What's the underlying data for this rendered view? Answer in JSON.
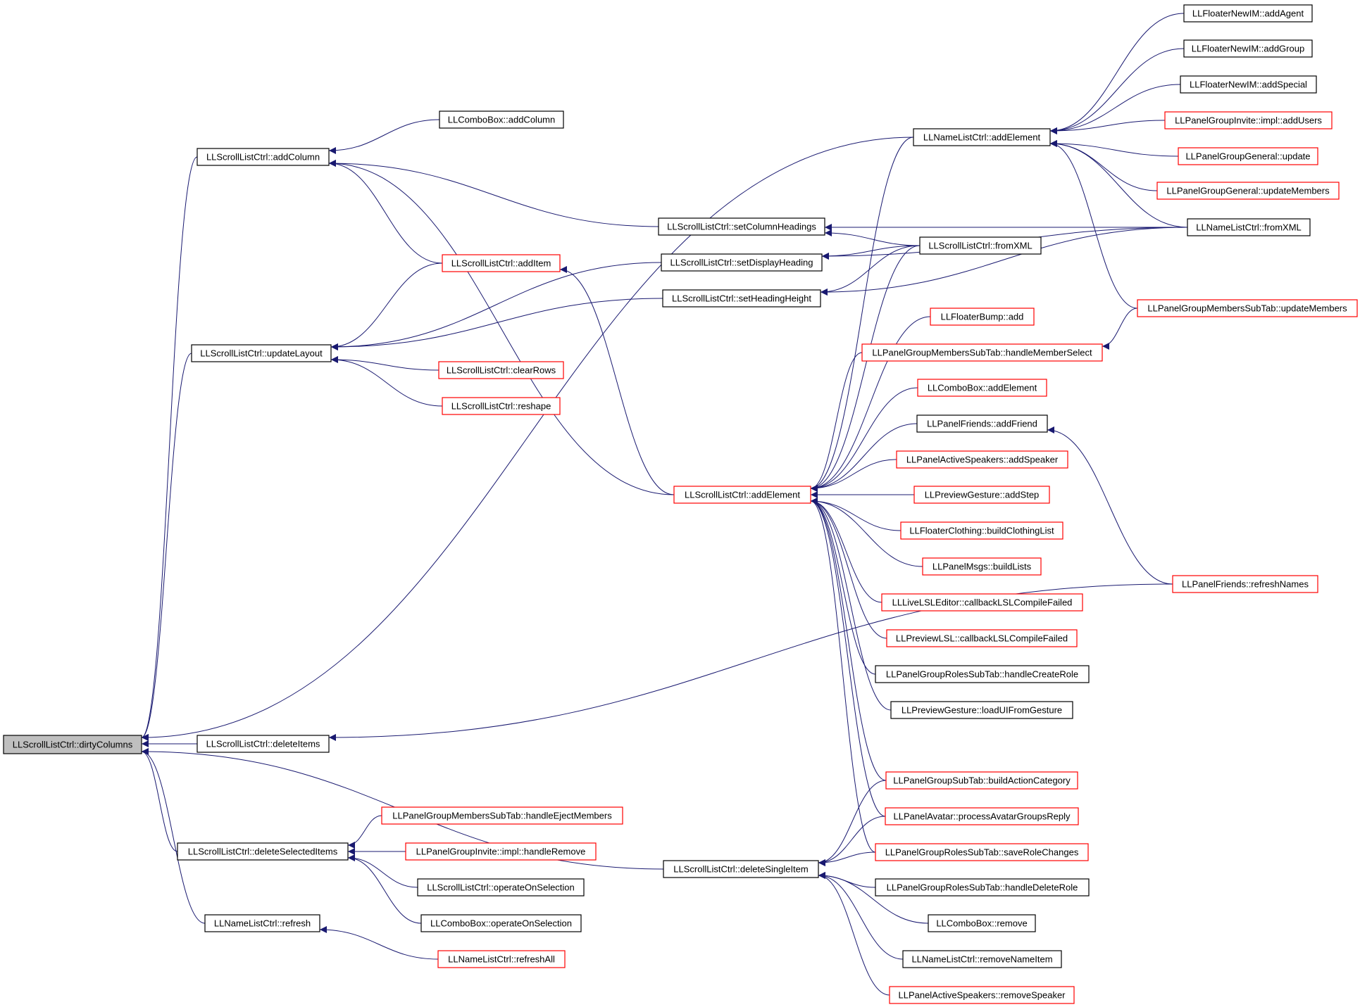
{
  "colors": {
    "edge": "#191970",
    "border_normal": "#000000",
    "border_truncated": "#ff0000",
    "focus_fill": "#bfbfbf"
  },
  "graph": {
    "focus": "n0",
    "nodes": [
      {
        "id": "n0",
        "label": "LLScrollListCtrl::dirtyColumns",
        "kind": "focus"
      },
      {
        "id": "n1",
        "label": "LLScrollListCtrl::addColumn",
        "kind": "normal"
      },
      {
        "id": "n2",
        "label": "LLScrollListCtrl::updateLayout",
        "kind": "normal"
      },
      {
        "id": "n3",
        "label": "LLScrollListCtrl::deleteItems",
        "kind": "normal"
      },
      {
        "id": "n4",
        "label": "LLScrollListCtrl::deleteSelectedItems",
        "kind": "normal"
      },
      {
        "id": "n5",
        "label": "LLNameListCtrl::refresh",
        "kind": "normal"
      },
      {
        "id": "n6",
        "label": "LLComboBox::addColumn",
        "kind": "normal"
      },
      {
        "id": "n7",
        "label": "LLScrollListCtrl::addItem",
        "kind": "truncated"
      },
      {
        "id": "n8",
        "label": "LLScrollListCtrl::clearRows",
        "kind": "truncated"
      },
      {
        "id": "n9",
        "label": "LLScrollListCtrl::reshape",
        "kind": "truncated"
      },
      {
        "id": "n10",
        "label": "LLPanelGroupMembersSubTab::handleEjectMembers",
        "kind": "truncated"
      },
      {
        "id": "n11",
        "label": "LLPanelGroupInvite::impl::handleRemove",
        "kind": "truncated"
      },
      {
        "id": "n12",
        "label": "LLScrollListCtrl::operateOnSelection",
        "kind": "normal"
      },
      {
        "id": "n13",
        "label": "LLComboBox::operateOnSelection",
        "kind": "normal"
      },
      {
        "id": "n14",
        "label": "LLNameListCtrl::refreshAll",
        "kind": "truncated"
      },
      {
        "id": "n15",
        "label": "LLScrollListCtrl::setColumnHeadings",
        "kind": "normal"
      },
      {
        "id": "n16",
        "label": "LLScrollListCtrl::setDisplayHeading",
        "kind": "normal"
      },
      {
        "id": "n17",
        "label": "LLScrollListCtrl::setHeadingHeight",
        "kind": "normal"
      },
      {
        "id": "n18",
        "label": "LLScrollListCtrl::addElement",
        "kind": "truncated"
      },
      {
        "id": "n19",
        "label": "LLScrollListCtrl::deleteSingleItem",
        "kind": "normal"
      },
      {
        "id": "n20",
        "label": "LLNameListCtrl::addElement",
        "kind": "normal"
      },
      {
        "id": "n21",
        "label": "LLScrollListCtrl::fromXML",
        "kind": "normal"
      },
      {
        "id": "n22",
        "label": "LLFloaterBump::add",
        "kind": "truncated"
      },
      {
        "id": "n23",
        "label": "LLPanelGroupMembersSubTab::handleMemberSelect",
        "kind": "truncated"
      },
      {
        "id": "n24",
        "label": "LLComboBox::addElement",
        "kind": "truncated"
      },
      {
        "id": "n25",
        "label": "LLPanelFriends::addFriend",
        "kind": "normal"
      },
      {
        "id": "n26",
        "label": "LLPanelActiveSpeakers::addSpeaker",
        "kind": "truncated"
      },
      {
        "id": "n27",
        "label": "LLPreviewGesture::addStep",
        "kind": "truncated"
      },
      {
        "id": "n28",
        "label": "LLFloaterClothing::buildClothingList",
        "kind": "truncated"
      },
      {
        "id": "n29",
        "label": "LLPanelMsgs::buildLists",
        "kind": "truncated"
      },
      {
        "id": "n30",
        "label": "LLLiveLSLEditor::callbackLSLCompileFailed",
        "kind": "truncated"
      },
      {
        "id": "n31",
        "label": "LLPreviewLSL::callbackLSLCompileFailed",
        "kind": "truncated"
      },
      {
        "id": "n32",
        "label": "LLPanelGroupRolesSubTab::handleCreateRole",
        "kind": "normal"
      },
      {
        "id": "n33",
        "label": "LLPreviewGesture::loadUIFromGesture",
        "kind": "normal"
      },
      {
        "id": "n34",
        "label": "LLPanelGroupSubTab::buildActionCategory",
        "kind": "truncated"
      },
      {
        "id": "n35",
        "label": "LLPanelAvatar::processAvatarGroupsReply",
        "kind": "truncated"
      },
      {
        "id": "n36",
        "label": "LLPanelGroupRolesSubTab::saveRoleChanges",
        "kind": "truncated"
      },
      {
        "id": "n37",
        "label": "LLPanelGroupRolesSubTab::handleDeleteRole",
        "kind": "normal"
      },
      {
        "id": "n38",
        "label": "LLComboBox::remove",
        "kind": "normal"
      },
      {
        "id": "n39",
        "label": "LLNameListCtrl::removeNameItem",
        "kind": "normal"
      },
      {
        "id": "n40",
        "label": "LLPanelActiveSpeakers::removeSpeaker",
        "kind": "truncated"
      },
      {
        "id": "n41",
        "label": "LLFloaterNewIM::addAgent",
        "kind": "normal"
      },
      {
        "id": "n42",
        "label": "LLFloaterNewIM::addGroup",
        "kind": "normal"
      },
      {
        "id": "n43",
        "label": "LLFloaterNewIM::addSpecial",
        "kind": "normal"
      },
      {
        "id": "n44",
        "label": "LLPanelGroupInvite::impl::addUsers",
        "kind": "truncated"
      },
      {
        "id": "n45",
        "label": "LLPanelGroupGeneral::update",
        "kind": "truncated"
      },
      {
        "id": "n46",
        "label": "LLPanelGroupGeneral::updateMembers",
        "kind": "truncated"
      },
      {
        "id": "n47",
        "label": "LLNameListCtrl::fromXML",
        "kind": "normal"
      },
      {
        "id": "n48",
        "label": "LLPanelGroupMembersSubTab::updateMembers",
        "kind": "truncated"
      },
      {
        "id": "n49",
        "label": "LLPanelFriends::refreshNames",
        "kind": "truncated"
      }
    ],
    "edges": [
      [
        "n1",
        "n0"
      ],
      [
        "n2",
        "n0"
      ],
      [
        "n3",
        "n0"
      ],
      [
        "n4",
        "n0"
      ],
      [
        "n5",
        "n0"
      ],
      [
        "n19",
        "n0"
      ],
      [
        "n20",
        "n0"
      ],
      [
        "n6",
        "n1"
      ],
      [
        "n7",
        "n1"
      ],
      [
        "n15",
        "n1"
      ],
      [
        "n18",
        "n1"
      ],
      [
        "n7",
        "n2"
      ],
      [
        "n8",
        "n2"
      ],
      [
        "n9",
        "n2"
      ],
      [
        "n16",
        "n2"
      ],
      [
        "n17",
        "n2"
      ],
      [
        "n49",
        "n3"
      ],
      [
        "n10",
        "n4"
      ],
      [
        "n11",
        "n4"
      ],
      [
        "n12",
        "n4"
      ],
      [
        "n13",
        "n4"
      ],
      [
        "n14",
        "n5"
      ],
      [
        "n18",
        "n7"
      ],
      [
        "n21",
        "n15"
      ],
      [
        "n47",
        "n15"
      ],
      [
        "n21",
        "n16"
      ],
      [
        "n47",
        "n16"
      ],
      [
        "n21",
        "n17"
      ],
      [
        "n47",
        "n17"
      ],
      [
        "n20",
        "n18"
      ],
      [
        "n21",
        "n18"
      ],
      [
        "n22",
        "n18"
      ],
      [
        "n23",
        "n18"
      ],
      [
        "n24",
        "n18"
      ],
      [
        "n25",
        "n18"
      ],
      [
        "n26",
        "n18"
      ],
      [
        "n27",
        "n18"
      ],
      [
        "n28",
        "n18"
      ],
      [
        "n29",
        "n18"
      ],
      [
        "n30",
        "n18"
      ],
      [
        "n31",
        "n18"
      ],
      [
        "n32",
        "n18"
      ],
      [
        "n33",
        "n18"
      ],
      [
        "n34",
        "n18"
      ],
      [
        "n35",
        "n18"
      ],
      [
        "n36",
        "n18"
      ],
      [
        "n34",
        "n19"
      ],
      [
        "n35",
        "n19"
      ],
      [
        "n36",
        "n19"
      ],
      [
        "n37",
        "n19"
      ],
      [
        "n38",
        "n19"
      ],
      [
        "n39",
        "n19"
      ],
      [
        "n40",
        "n19"
      ],
      [
        "n41",
        "n20"
      ],
      [
        "n42",
        "n20"
      ],
      [
        "n43",
        "n20"
      ],
      [
        "n44",
        "n20"
      ],
      [
        "n45",
        "n20"
      ],
      [
        "n46",
        "n20"
      ],
      [
        "n47",
        "n20"
      ],
      [
        "n48",
        "n20"
      ],
      [
        "n48",
        "n23"
      ],
      [
        "n49",
        "n25"
      ]
    ]
  }
}
